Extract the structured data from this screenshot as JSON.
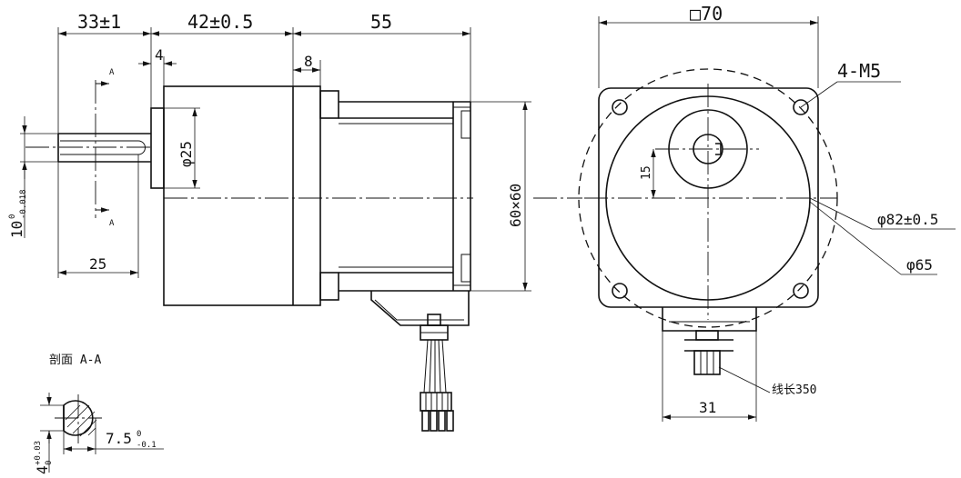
{
  "side_view": {
    "dim_front_length": "33±1",
    "dim_flange_length": "42±0.5",
    "dim_body_length": "55",
    "dim_flange_thickness": "4",
    "dim_rear_step": "8",
    "dim_boss_diameter": "φ25",
    "dim_square": "60×60",
    "dim_shaft_length": "25",
    "dim_shaft_diameter": "10",
    "dim_shaft_diameter_upper_tol": "0",
    "dim_shaft_diameter_lower_tol": "-0.018",
    "section_mark": "A"
  },
  "section_view": {
    "title": "剖面 A-A",
    "dim_flat_height": "7.5",
    "dim_flat_height_upper_tol": "0",
    "dim_flat_height_lower_tol": "-0.1",
    "dim_flat_width": "4",
    "dim_flat_width_upper_tol": "+0.03",
    "dim_flat_width_lower_tol": "0"
  },
  "front_view": {
    "dim_square_size": "□70",
    "dim_holes": "4-M5",
    "dim_bolt_circle": "φ82±0.5",
    "dim_pilot_diameter": "φ65",
    "dim_shaft_offset": "15",
    "dim_connector_width": "31",
    "note_lead_length": "线长350"
  }
}
